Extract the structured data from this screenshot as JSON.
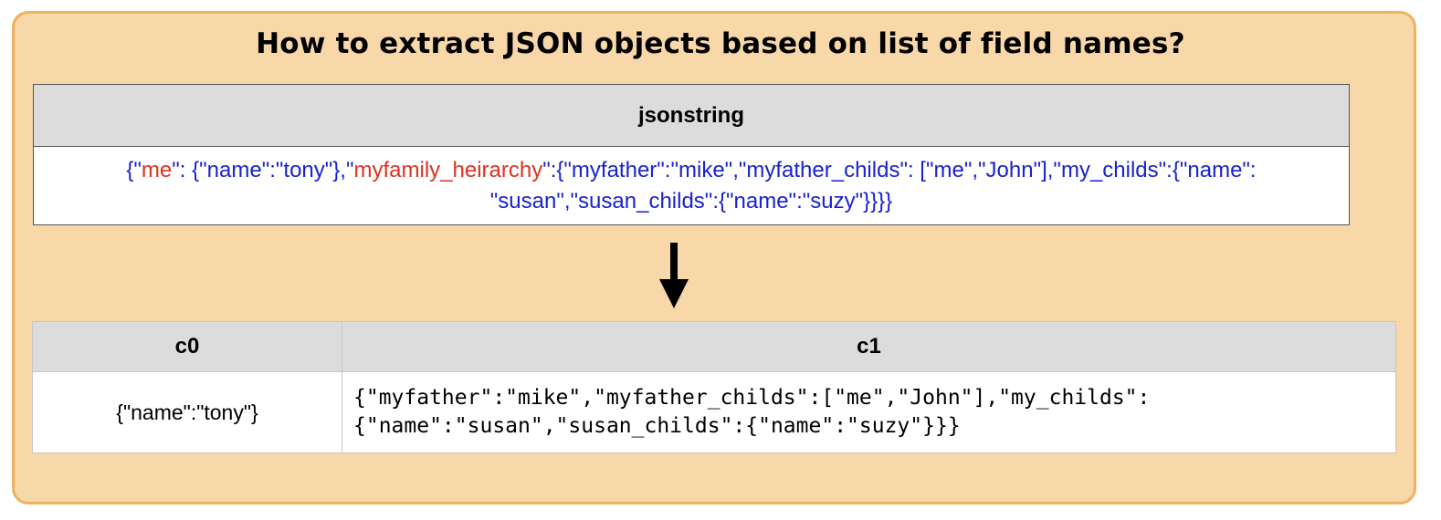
{
  "title": "How to extract JSON objects based on list of field names?",
  "source_table": {
    "header": "jsonstring",
    "line1": [
      {
        "text": "{\"",
        "color": "blue"
      },
      {
        "text": "me",
        "color": "red"
      },
      {
        "text": "\": {\"name\":\"tony\"},\"",
        "color": "blue"
      },
      {
        "text": "myfamily_heirarchy",
        "color": "red"
      },
      {
        "text": "\":{\"myfather\":\"mike\",\"myfather_childs\": [\"me\",\"John\"],\"my_childs\":{\"name\":",
        "color": "blue"
      }
    ],
    "line2": "\"susan\",\"susan_childs\":{\"name\":\"suzy\"}}}}"
  },
  "arrow_icon": "down-arrow-icon",
  "result_table": {
    "headers": [
      "c0",
      "c1"
    ],
    "c0_value": "{\"name\":\"tony\"}",
    "c1_line1": "{\"myfather\":\"mike\",\"myfather_childs\":[\"me\",\"John\"],\"my_childs\":",
    "c1_line2": "{\"name\":\"susan\",\"susan_childs\":{\"name\":\"suzy\"}}}"
  },
  "colors": {
    "panel_bg": "#f8d7a8",
    "panel_border": "#efb25e",
    "header_bg": "#dcdcdc",
    "json_blue": "#1a22cf",
    "json_red": "#dd3222"
  }
}
